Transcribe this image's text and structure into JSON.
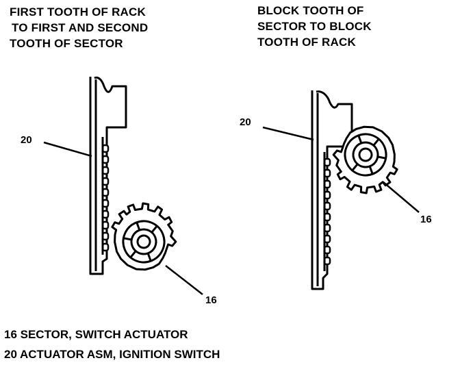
{
  "captions": {
    "left": [
      "FIRST TOOTH OF RACK",
      "TO FIRST AND SECOND",
      "TOOTH OF SECTOR"
    ],
    "right": [
      "BLOCK TOOTH OF",
      "SECTOR TO BLOCK",
      "TOOTH OF RACK"
    ]
  },
  "callouts": {
    "left_actuator": "20",
    "left_sector": "16",
    "right_actuator": "20",
    "right_sector": "16"
  },
  "legend": [
    "16 SECTOR, SWITCH ACTUATOR",
    "20 ACTUATOR ASM, IGNITION SWITCH"
  ]
}
